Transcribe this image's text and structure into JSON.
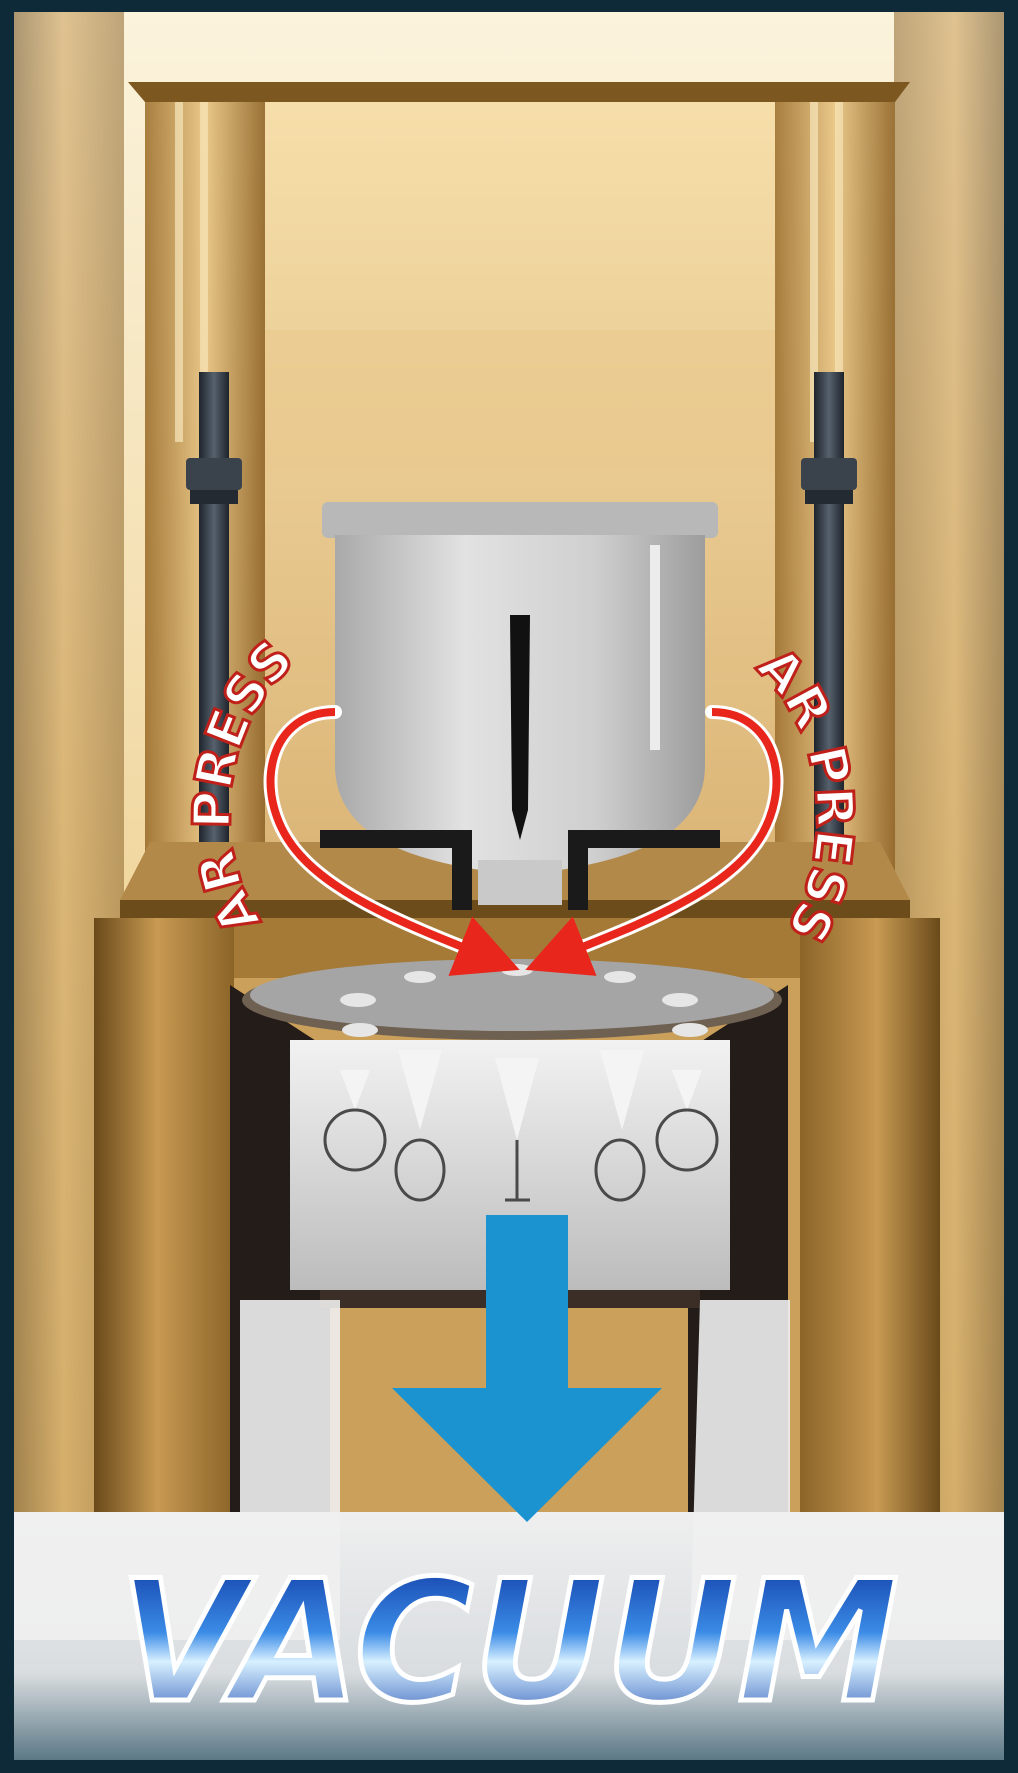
{
  "labels": {
    "argon_left": "AR PRESS",
    "argon_right": "AR PRESS",
    "vacuum": "VACUUM"
  },
  "colors": {
    "frame_border": "#0e2a38",
    "gold_light": "#f4dfb0",
    "gold_mid": "#d8b06a",
    "gold_dark": "#7a5520",
    "crucible_gray": "#c9c9c9",
    "flask_dark": "#2a2320",
    "argon_arrow": "#e8261c",
    "argon_arrow_outline": "#ffffff",
    "vacuum_arrow": "#1b93d0",
    "vacuum_text_light": "#bfe4ff",
    "vacuum_text_dark": "#0a3fb0",
    "floor": "#e6e6e6",
    "rod": "#2f3640"
  },
  "icons": {
    "argon_flow": "curved-arrow-icon",
    "vacuum_flow": "down-arrow-icon"
  }
}
